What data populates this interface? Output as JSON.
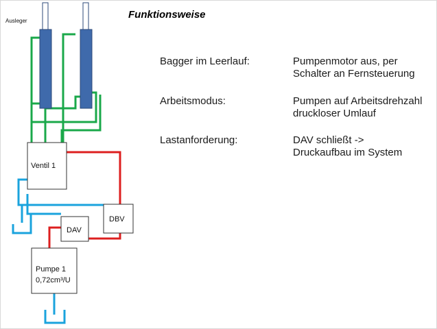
{
  "title": "Funktionsweise",
  "diagram": {
    "boom_label": "Ausleger",
    "valve_label": "Ventil 1",
    "dav_label": "DAV",
    "dbv_label": "DBV",
    "pump_label": "Pumpe 1",
    "pump_spec": "0,72cm³/U",
    "colors": {
      "pressure_line": "#dd1f1f",
      "return_line": "#1aa3dd",
      "control_line": "#1aa84a",
      "cylinder": "#3f6aab",
      "rod": "#ffffff"
    }
  },
  "rows": [
    {
      "label": "Bagger im Leerlauf:",
      "value": "Pumpenmotor aus, per\nSchalter an Fernsteuerung"
    },
    {
      "label": "Arbeitsmodus:",
      "value": "Pumpen auf Arbeitsdrehzahl\ndruckloser Umlauf"
    },
    {
      "label": "Lastanforderung:",
      "value": "DAV schließt ->\nDruckaufbau im System"
    }
  ]
}
